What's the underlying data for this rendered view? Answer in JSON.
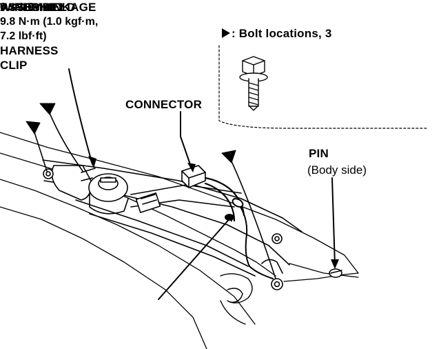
{
  "title_lines": [
    "WINDSHIELD",
    "WIPER LINKAGE",
    "ASSEMBLY"
  ],
  "bolt_legend": ": Bolt locations, 3",
  "bolt_spec": [
    "6 x 1.0 mm",
    "9.8 N·m (1.0 kgf·m,",
    "7.2 lbf·ft)"
  ],
  "connector_label": "CONNECTOR",
  "pin_label": "PIN",
  "pin_note": "(Body side)",
  "harness_clip_lines": [
    "HARNESS",
    "CLIP"
  ],
  "icons": [
    "bolt-location-marker-icon",
    "flange-bolt-icon"
  ],
  "colors": {
    "ink": "#000000",
    "paper": "#ffffff"
  }
}
